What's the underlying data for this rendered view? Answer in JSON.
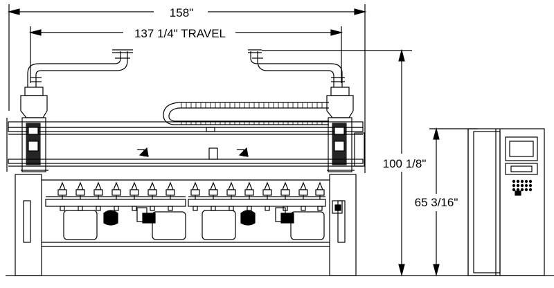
{
  "dimensions": {
    "overall_width": "158\"",
    "travel": "137 1/4\" TRAVEL",
    "overall_height": "100 1/8\"",
    "table_height": "65 3/16\""
  },
  "colors": {
    "line": "#000000",
    "background": "#ffffff"
  }
}
